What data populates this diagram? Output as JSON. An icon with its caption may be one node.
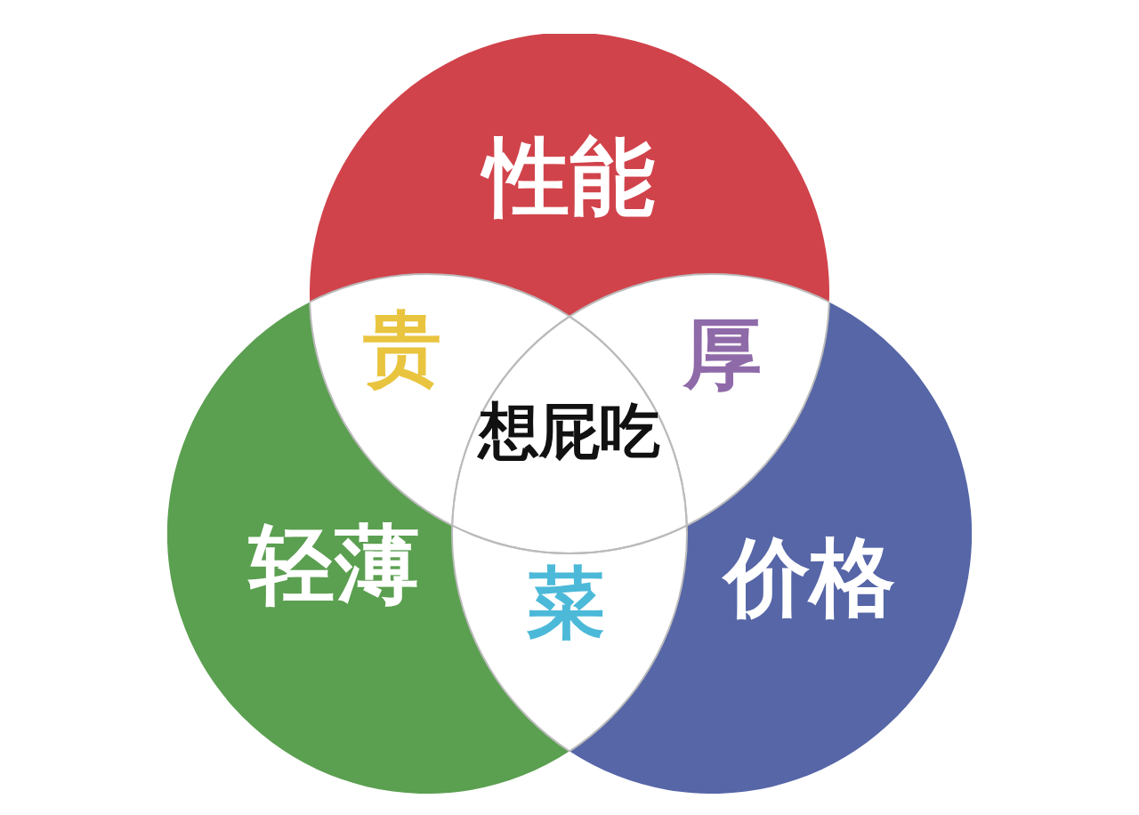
{
  "diagram": {
    "nodes": [
      {
        "text": [
          "性能"
        ]
      },
      {
        "text": [
          "轻薄"
        ]
      },
      {
        "text": [
          "价格"
        ]
      }
    ],
    "labels": [
      "贵",
      "厚",
      "想屁吃",
      "菜"
    ]
  }
}
